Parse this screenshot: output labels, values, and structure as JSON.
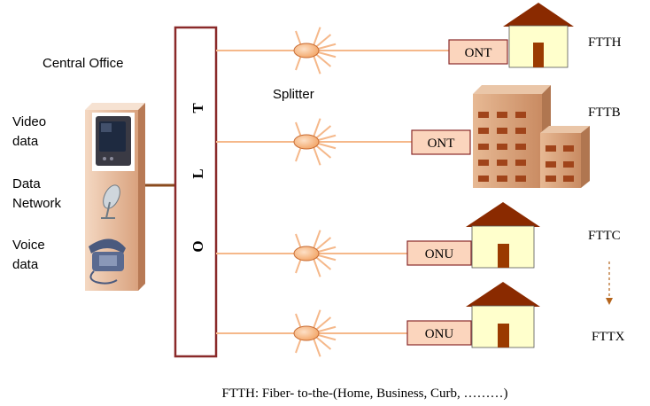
{
  "central_office": {
    "title": "Central Office",
    "video_label_line1": "Video",
    "video_label_line2": "data",
    "data_label_line1": "Data",
    "data_label_line2": "Network",
    "voice_label_line1": "Voice",
    "voice_label_line2": "data"
  },
  "olt": {
    "letters": [
      "T",
      "L",
      "O"
    ]
  },
  "splitter_label": "Splitter",
  "branches": [
    {
      "device": "ONT",
      "type": "FTTH",
      "building": "house"
    },
    {
      "device": "ONT",
      "type": "FTTB",
      "building": "office-building"
    },
    {
      "device": "ONU",
      "type": "FTTC",
      "building": "house"
    },
    {
      "device": "ONU",
      "type": "FTTX",
      "building": "house"
    }
  ],
  "footer_caption": "FTTH: Fiber- to-the-(Home, Business, Curb, ………)",
  "colors": {
    "fiber": "#f5b88a",
    "copper": "#8a4a1e",
    "olt_border": "#8a2a2a",
    "device_fill": "#fbd5bd",
    "house_wall": "#ffffcc",
    "roof": "#8a2a00",
    "door": "#9a3a00",
    "cabinet": "#e8c0a0",
    "building": "#d8a07a",
    "window": "#a0441a"
  }
}
